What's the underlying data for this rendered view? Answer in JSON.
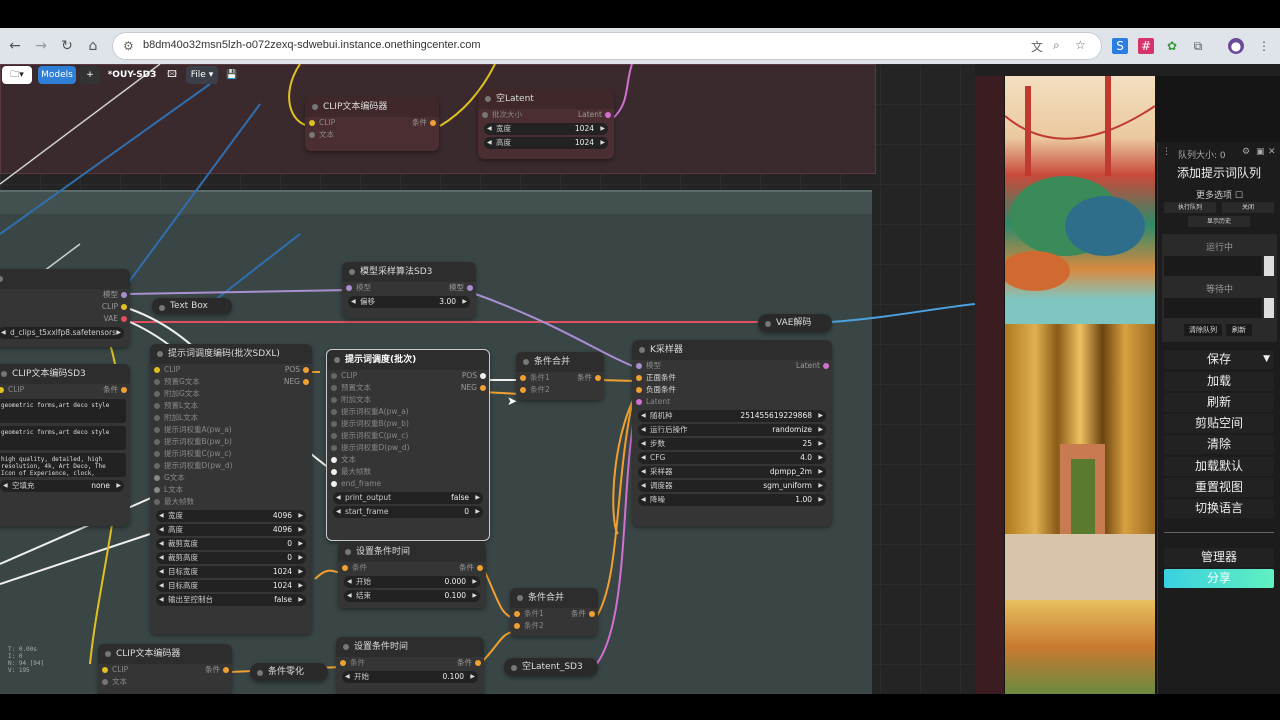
{
  "browser": {
    "url": "b8dm40o32msn5lzh-o072zexq-sdwebui.instance.onethingcenter.com"
  },
  "toolbar": {
    "models": "Models",
    "plus": "+",
    "workflow": "*OUY-SD3",
    "file": "File"
  },
  "nodes": {
    "clip_top": {
      "title": "CLIP文本编码器",
      "in1": "CLIP",
      "in2": "文本",
      "out": "条件"
    },
    "latent_top": {
      "title": "空Latent",
      "in": "批次大小",
      "out": "Latent",
      "w_label": "宽度",
      "w_val": "1024",
      "h_label": "高度",
      "h_val": "1024"
    },
    "loader": {
      "out1": "模型",
      "out2": "CLIP",
      "out3": "VAE",
      "file": "d_clips_t5xxlfp8.safetensors"
    },
    "textbox": {
      "title": "Text Box"
    },
    "model_sampler": {
      "title": "模型采样算法SD3",
      "in": "模型",
      "out": "模型",
      "shift_label": "偏移",
      "shift_val": "3.00"
    },
    "vae": {
      "title": "VAE解码"
    },
    "clip_sd3": {
      "title": "CLIP文本编码SD3",
      "clip": "CLIP",
      "out": "条件",
      "t1": "geometric forms,art deco style",
      "t2": "geometric forms,art deco style",
      "t3": "high quality, detailed, high resolution, 4k, Art Deco, The Icon of Experience, clock, geometric forms",
      "pad_label": "空填充",
      "pad_val": "none"
    },
    "sdxl": {
      "title": "提示词调度编码(批次SDXL)",
      "clip": "CLIP",
      "pos": "POS",
      "neg": "NEG",
      "inputs": [
        "预置G文本",
        "附加G文本",
        "预置L文本",
        "附加L文本",
        "提示词权重A(pw_a)",
        "提示词权重B(pw_b)",
        "提示词权重C(pw_c)",
        "提示词权重D(pw_d)",
        "G文本",
        "L文本",
        "最大帧数"
      ],
      "widgets": [
        {
          "l": "宽度",
          "v": "4096"
        },
        {
          "l": "高度",
          "v": "4096"
        },
        {
          "l": "裁剪宽度",
          "v": "0"
        },
        {
          "l": "裁剪高度",
          "v": "0"
        },
        {
          "l": "目标宽度",
          "v": "1024"
        },
        {
          "l": "目标高度",
          "v": "1024"
        }
      ],
      "print_label": "输出至控制台",
      "print_val": "false"
    },
    "batch": {
      "title": "提示词调度(批次)",
      "clip": "CLIP",
      "pos": "POS",
      "neg": "NEG",
      "inputs": [
        "预置文本",
        "附加文本",
        "提示词权重A(pw_a)",
        "提示词权重B(pw_b)",
        "提示词权重C(pw_c)",
        "提示词权重D(pw_d)",
        "文本",
        "最大帧数",
        "end_frame"
      ],
      "print_label": "print_output",
      "print_val": "false",
      "start_label": "start_frame",
      "start_val": "0"
    },
    "combine1": {
      "title": "条件合并",
      "in1": "条件1",
      "in2": "条件2",
      "out": "条件"
    },
    "ksampler": {
      "title": "K采样器",
      "in1": "模型",
      "in2": "正面条件",
      "in3": "负面条件",
      "in4": "Latent",
      "out": "Latent",
      "widgets": [
        {
          "l": "随机种",
          "v": "251455619229868"
        },
        {
          "l": "运行后操作",
          "v": "randomize"
        },
        {
          "l": "步数",
          "v": "25"
        },
        {
          "l": "CFG",
          "v": "4.0"
        },
        {
          "l": "采样器",
          "v": "dpmpp_2m"
        },
        {
          "l": "调度器",
          "v": "sgm_uniform"
        },
        {
          "l": "降噪",
          "v": "1.00"
        }
      ]
    },
    "timestep1": {
      "title": "设置条件时间",
      "in": "条件",
      "out": "条件",
      "s_label": "开始",
      "s_val": "0.000",
      "e_label": "结束",
      "e_val": "0.100"
    },
    "combine2": {
      "title": "条件合并",
      "in1": "条件1",
      "in2": "条件2",
      "out": "条件"
    },
    "clip_bottom": {
      "title": "CLIP文本编码器",
      "clip": "CLIP",
      "txt": "文本",
      "out": "条件"
    },
    "zero": {
      "title": "条件零化"
    },
    "timestep2": {
      "title": "设置条件时间",
      "in": "条件",
      "out": "条件",
      "s_label": "开始",
      "s_val": "0.100"
    },
    "latent_sd3": {
      "title": "空Latent_SD3"
    }
  },
  "stats": [
    "T: 0.00s",
    "I: 0",
    "N: 94 [94]",
    "V: 195"
  ],
  "panel": {
    "queue": "队列大小: 0",
    "add": "添加提示词队列",
    "extra": "更多选项",
    "run_q": "执行队列",
    "close": "关闭",
    "history": "显示历史",
    "running": "运行中",
    "pending": "等待中",
    "clear_q": "清除队列",
    "refresh_small": "刷新",
    "buttons": [
      "保存",
      "加载",
      "刷新",
      "剪贴空间",
      "清除",
      "加载默认",
      "重置视图",
      "切换语言"
    ],
    "manager": "管理器",
    "share": "分享"
  }
}
